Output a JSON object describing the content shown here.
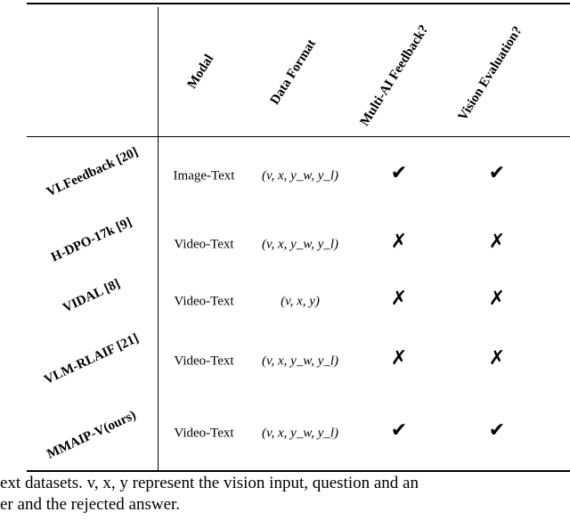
{
  "table": {
    "column_headers": [
      "Modal",
      "Data Format",
      "Multi-AI Feedback?",
      "Vision Evaluation?"
    ],
    "rows": [
      {
        "dataset": "VLFeedback [20]",
        "modal": "Image-Text",
        "format": "(v, x, y_w, y_l)",
        "multi_ai": "✔",
        "vision_eval": "✔"
      },
      {
        "dataset": "H-DPO-17k [9]",
        "modal": "Video-Text",
        "format": "(v, x, y_w, y_l)",
        "multi_ai": "✗",
        "vision_eval": "✗"
      },
      {
        "dataset": "VIDAL [8]",
        "modal": "Video-Text",
        "format": "(v, x, y)",
        "multi_ai": "✗",
        "vision_eval": "✗"
      },
      {
        "dataset": "VLM-RLAIF [21]",
        "modal": "Video-Text",
        "format": "(v, x, y_w, y_l)",
        "multi_ai": "✗",
        "vision_eval": "✗"
      },
      {
        "dataset": "MMAIP-V(ours)",
        "modal": "Video-Text",
        "format": "(v, x, y_w, y_l)",
        "multi_ai": "✔",
        "vision_eval": "✔"
      }
    ]
  },
  "caption": {
    "line1": "ext datasets.  v, x, y represent the vision input, question and an",
    "line2": "er and the rejected answer."
  }
}
